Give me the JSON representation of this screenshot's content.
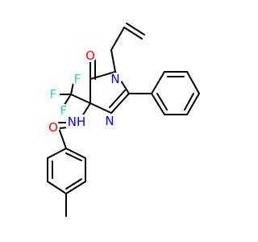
{
  "molecule": {
    "atoms": {
      "o_ring": {
        "symbol": "O",
        "color": "#ff0000"
      },
      "n1": {
        "symbol": "N",
        "color": "#0000ff"
      },
      "n3": {
        "symbol": "N",
        "color": "#0000ff"
      },
      "n_amide": {
        "symbol": "NH",
        "color": "#0000ff"
      },
      "o_amide": {
        "symbol": "O",
        "color": "#ff0000"
      },
      "f_top": {
        "symbol": "F",
        "color": "#33cccc"
      },
      "f_left": {
        "symbol": "F",
        "color": "#33cccc"
      },
      "f_bottom": {
        "symbol": "F",
        "color": "#33cccc"
      }
    },
    "bond_color": "#000000"
  }
}
